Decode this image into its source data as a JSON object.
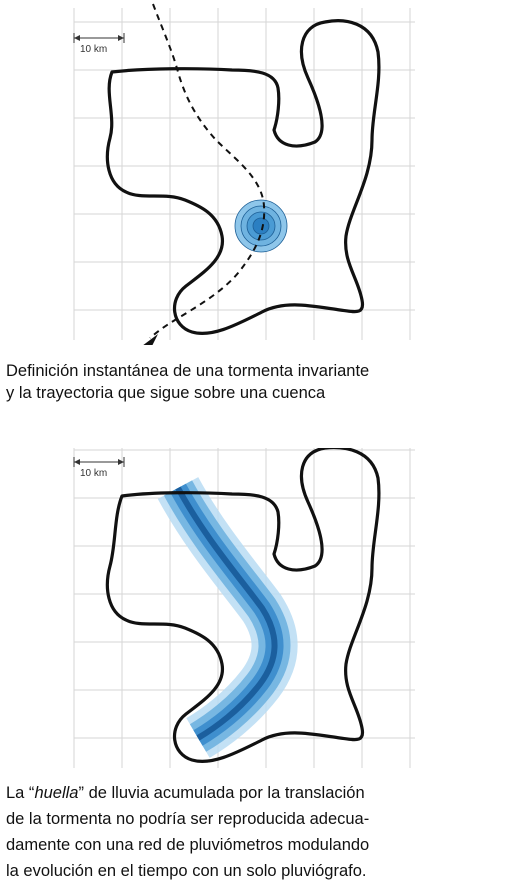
{
  "colors": {
    "grid": "#d6d6d6",
    "outline": "#111111",
    "storm_light": "#8ec6ea",
    "storm_dark": "#1f72b8",
    "path": "#111111"
  },
  "top_panel": {
    "scale_label": "10 km",
    "caption_line1": "Definición instantánea de una tormenta invariante",
    "caption_line2": "y la trayectoria que sigue sobre una cuenca"
  },
  "bottom_panel": {
    "scale_label": "10 km",
    "caption_prefix": "La “",
    "caption_italic": "huella",
    "caption_rest_line1": "” de lluvia acumulada por la translación",
    "caption_line2": "de la tormenta no podría ser reproducida adecua-",
    "caption_line3": "damente con una red de pluviómetros modulando",
    "caption_line4": "la evolución en el tiempo con un solo pluviógrafo."
  }
}
